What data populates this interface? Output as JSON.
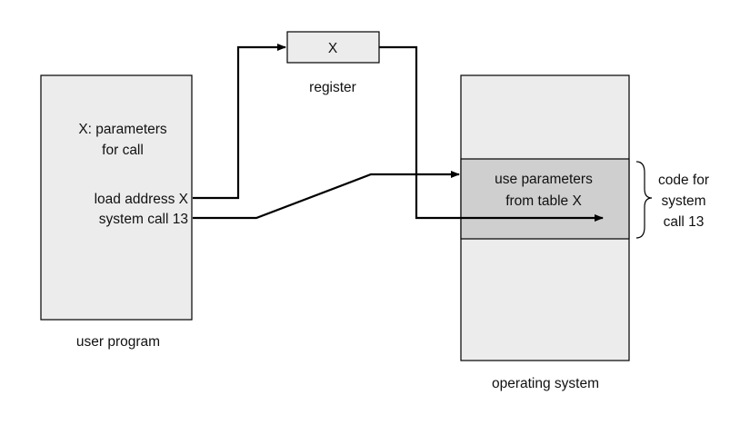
{
  "colors": {
    "background": "#ffffff",
    "box_fill": "#ececec",
    "highlight_fill": "#cfcfcf",
    "stroke": "#000000"
  },
  "user_program": {
    "params_line1": "X: parameters",
    "params_line2": "for call",
    "load_line": "load address X",
    "syscall_line": "system call 13",
    "caption": "user program"
  },
  "register": {
    "value": "X",
    "caption": "register"
  },
  "operating_system": {
    "code_line1": "use parameters",
    "code_line2": "from table X",
    "caption": "operating system"
  },
  "brace_label": {
    "line1": "code for",
    "line2": "system",
    "line3": "call 13"
  }
}
